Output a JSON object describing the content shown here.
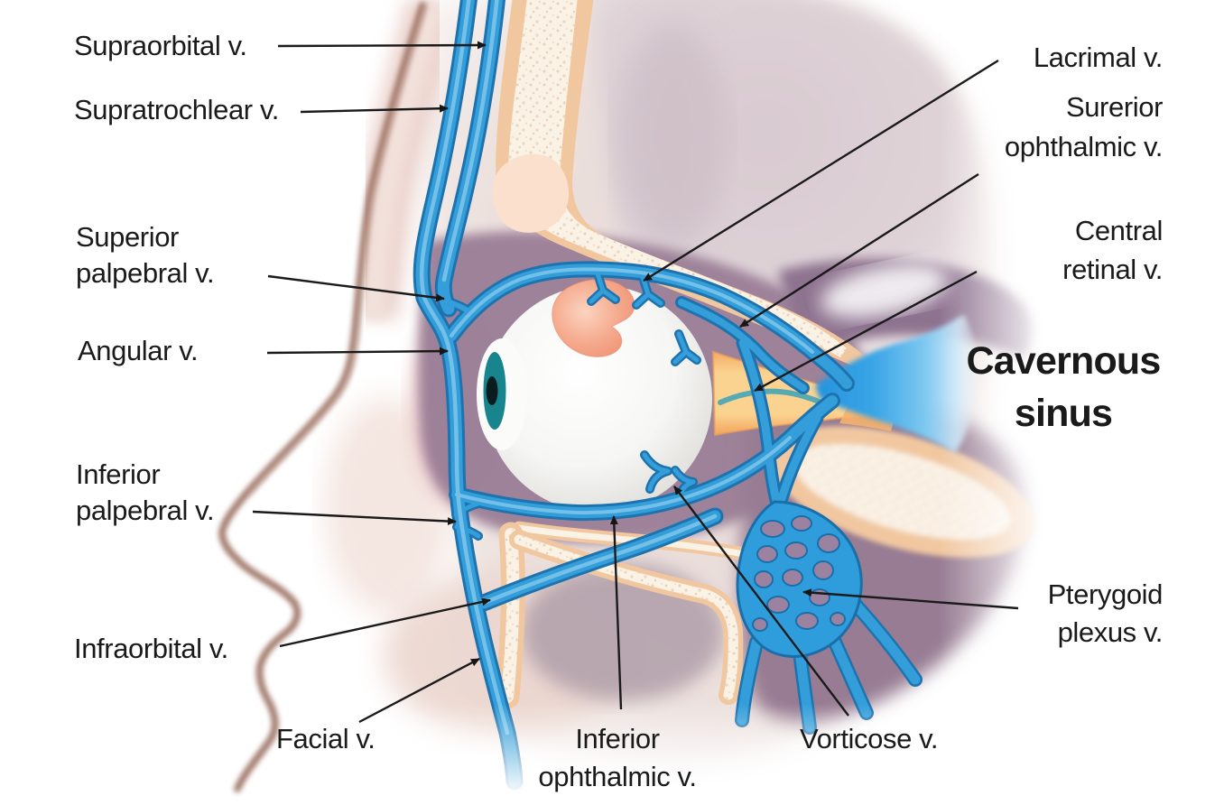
{
  "labels": {
    "supraorbital": "Supraorbital v.",
    "supratrochlear": "Supratrochlear v.",
    "superior_palpebral_line1": "Superior",
    "superior_palpebral_line2": "palpebral v.",
    "angular": "Angular v.",
    "inferior_palpebral_line1": "Inferior",
    "inferior_palpebral_line2": "palpebral v.",
    "infraorbital": "Infraorbital  v.",
    "facial": "Facial v.",
    "inferior_ophthalmic_line1": "Inferior",
    "inferior_ophthalmic_line2": "ophthalmic v.",
    "vorticose": "Vorticose v.",
    "lacrimal": "Lacrimal v.",
    "superior_ophthalmic_line1": "Surerior",
    "superior_ophthalmic_line2": "ophthalmic v.",
    "central_retinal_line1": "Central",
    "central_retinal_line2": "retinal v.",
    "cavernous_sinus_line1": "Cavernous",
    "cavernous_sinus_line2": "sinus",
    "pterygoid_plexus_line1": "Pterygoid",
    "pterygoid_plexus_line2": "plexus v."
  },
  "colors": {
    "background": "#FFFFFF",
    "label_text": "#1A1A1A",
    "leader_line": "#1A1A1A",
    "vein_dark": "#1E73AE",
    "vein_mid": "#339ED9",
    "vein_light": "#7CC4EA",
    "cavernous_sinus_blue": "#2E9CDC",
    "central_retinal_teal": "#4FA8B4",
    "optic_nerve_core": "#FBD391",
    "optic_nerve_edge": "#F2A35C",
    "bone_tan": "#F1C7A0",
    "bone_core": "#FBF2E6",
    "orbit_purple": "#9B7F97",
    "deep_purple": "#8E7390",
    "brain_mauve": "#D8CAD0",
    "skin_pink": "#EAD0CA",
    "eyelid_pink": "#E2B7BC",
    "eyeball_white": "#FDFDFC",
    "eyeball_shade": "#CBCBC6",
    "iris_teal": "#17848E",
    "pupil_dark": "#091D1F",
    "lacrimal_gland": "#F2997C",
    "profile_brown": "#9B7061"
  }
}
